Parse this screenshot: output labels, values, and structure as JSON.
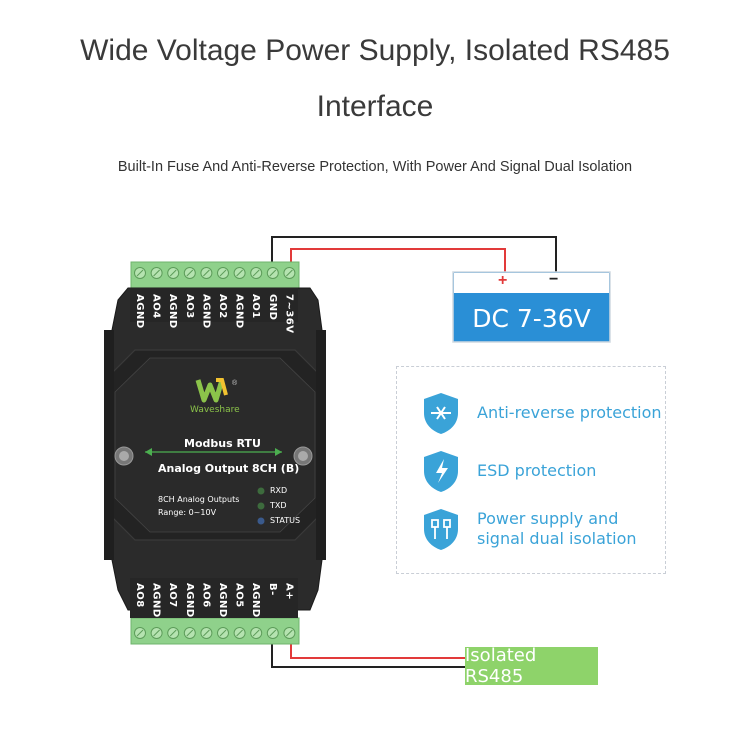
{
  "header": {
    "title_line1": "Wide Voltage Power Supply, Isolated RS485",
    "title_line2": "Interface",
    "subtitle": "Built-In Fuse And Anti-Reverse Protection, With Power And Signal Dual Isolation"
  },
  "device": {
    "brand": "Waveshare",
    "model_line1": "Modbus RTU",
    "model_line2": "Analog Output 8CH (B)",
    "desc_line1": "8CH Analog Outputs",
    "desc_line2": "Range: 0~10V",
    "leds": [
      "RXD",
      "TXD",
      "STATUS"
    ],
    "top_pins": [
      "AGND",
      "AO4",
      "AGND",
      "AO3",
      "AGND",
      "AO2",
      "AGND",
      "AO1",
      "GND",
      "7~36V"
    ],
    "bottom_pins": [
      "AO8",
      "AGND",
      "AO7",
      "AGND",
      "AO6",
      "AGND",
      "AO5",
      "AGND",
      "B-",
      "A+"
    ]
  },
  "power": {
    "plus": "+",
    "minus": "−",
    "label": "DC 7-36V"
  },
  "bus": {
    "label": "Isolated RS485"
  },
  "features": [
    {
      "icon": "anti-reverse-icon",
      "text": "Anti-reverse protection"
    },
    {
      "icon": "esd-icon",
      "text": "ESD protection"
    },
    {
      "icon": "isolation-icon",
      "text_line1": "Power supply and",
      "text_line2": "signal dual isolation"
    }
  ],
  "colors": {
    "accent_blue": "#3aa3d8",
    "dc_blue": "#2a8fd6",
    "terminal_green": "#8fd18b",
    "rs485_green": "#8ed36a",
    "wire_red": "#e23a3a",
    "device_body": "#2b2b2b"
  }
}
